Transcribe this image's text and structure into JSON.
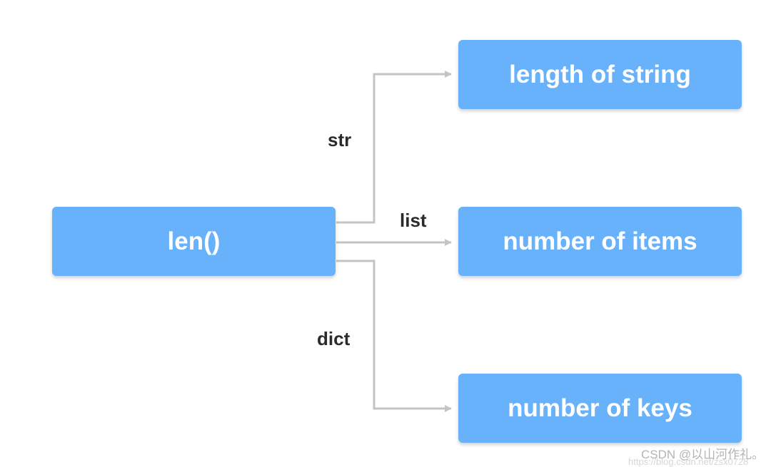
{
  "diagram": {
    "source_node": {
      "label": "len()"
    },
    "targets": [
      {
        "edge_label": "str",
        "node_label": "length of string"
      },
      {
        "edge_label": "list",
        "node_label": "number of items"
      },
      {
        "edge_label": "dict",
        "node_label": "number of keys"
      }
    ]
  },
  "colors": {
    "node_fill": "#68b2fc",
    "node_text": "#ffffff",
    "connector": "#c4c4c4",
    "edge_label": "#2b2b2b"
  },
  "watermark": {
    "text": "CSDN @以山河作礼。",
    "url": "https://blog.csdn.net/zsx0728"
  }
}
